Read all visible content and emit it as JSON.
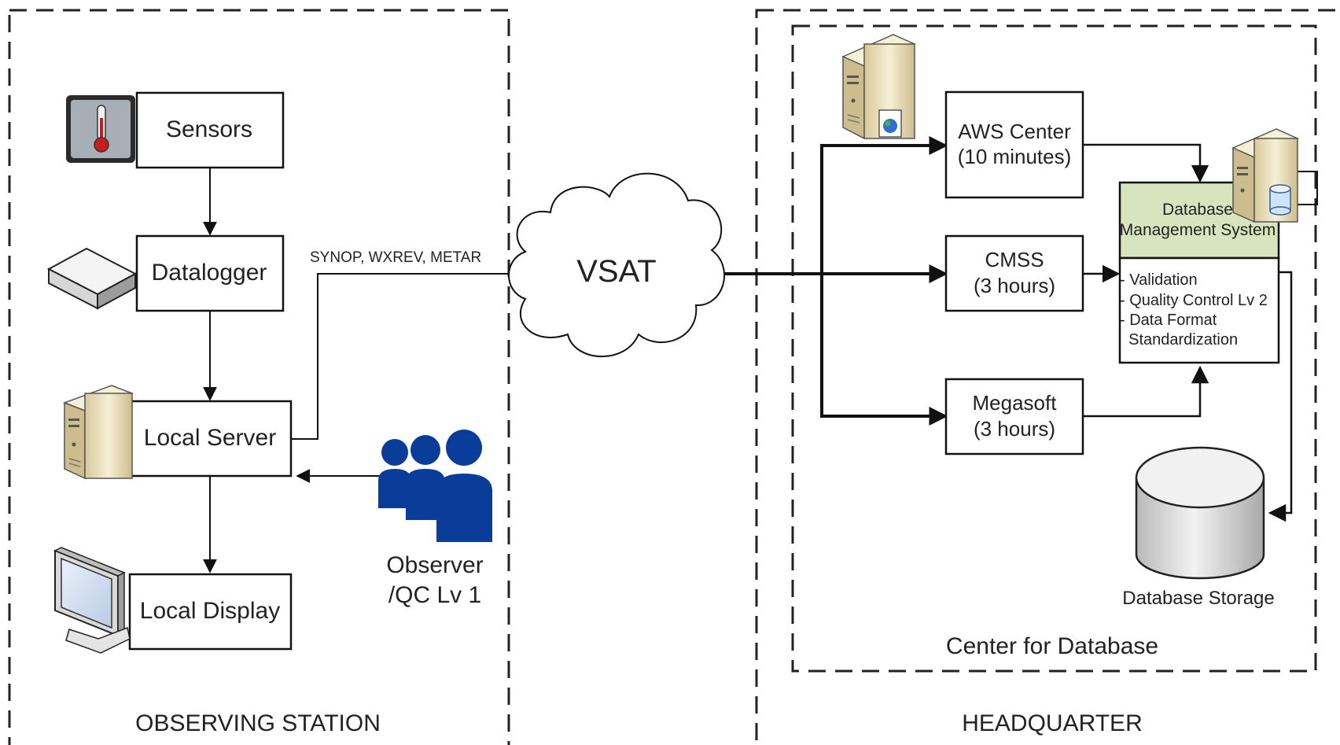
{
  "observing_station": {
    "title": "OBSERVING STATION",
    "sensors": "Sensors",
    "datalogger": "Datalogger",
    "local_server": "Local Server",
    "local_display": "Local Display",
    "observer_line1": "Observer",
    "observer_line2": "/QC Lv 1",
    "link_label": "SYNOP, WXREV, METAR"
  },
  "network": {
    "vsat": "VSAT"
  },
  "headquarter": {
    "title": "HEADQUARTER",
    "center_title": "Center for Database",
    "aws_line1": "AWS Center",
    "aws_line2": "(10 minutes)",
    "cmss_line1": "CMSS",
    "cmss_line2": "(3 hours)",
    "megasoft_line1": "Megasoft",
    "megasoft_line2": "(3 hours)",
    "dbms_line1": "Database",
    "dbms_line2": "Management System",
    "dbms_items": [
      "- Validation",
      "- Quality Control Lv 2",
      "- Data Format",
      "  Standardization"
    ],
    "storage": "Database Storage"
  },
  "colors": {
    "dbms_header": "#d7e4bd",
    "observer_blue": "#0a3d99",
    "server_beige": "#f1e7c8"
  }
}
